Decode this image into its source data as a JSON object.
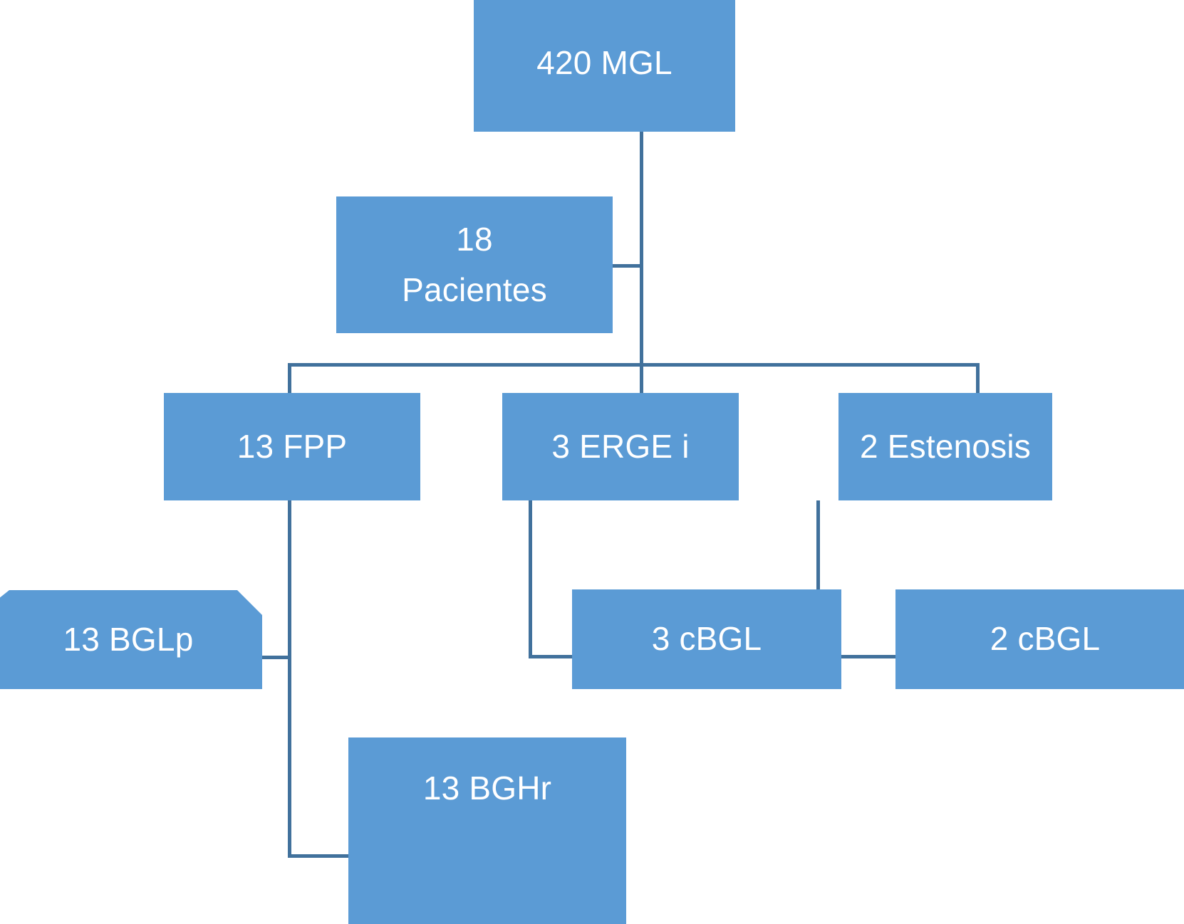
{
  "diagram": {
    "type": "flowchart",
    "title_text": null,
    "language": "es",
    "colors": {
      "node_fill": "#5B9BD5",
      "node_text": "#FFFFFF",
      "connector": "#41719C",
      "background": "#FFFFFF"
    },
    "nodes": [
      {
        "id": "mgl",
        "label": "420 MGL",
        "shape": "rectangle"
      },
      {
        "id": "pacientes",
        "label": "18",
        "label2": "Pacientes",
        "shape": "rectangle"
      },
      {
        "id": "fpp",
        "label": "13 FPP",
        "shape": "rectangle"
      },
      {
        "id": "erge",
        "label": "3 ERGE i",
        "shape": "rectangle"
      },
      {
        "id": "estenosis",
        "label": "2 Estenosis",
        "shape": "rectangle"
      },
      {
        "id": "bglp",
        "label": "13 BGLp",
        "shape": "chamfered-pentagon"
      },
      {
        "id": "cbgl3",
        "label": "3 cBGL",
        "shape": "rectangle"
      },
      {
        "id": "cbgl2",
        "label": "2 cBGL",
        "shape": "rectangle"
      },
      {
        "id": "bghr",
        "label": "13 BGHr",
        "shape": "rectangle"
      }
    ],
    "edges": [
      {
        "from": "mgl",
        "to": "pacientes"
      },
      {
        "from": "pacientes",
        "to": "fpp"
      },
      {
        "from": "pacientes",
        "to": "erge"
      },
      {
        "from": "pacientes",
        "to": "estenosis"
      },
      {
        "from": "fpp",
        "to": "bglp"
      },
      {
        "from": "fpp",
        "to": "bghr"
      },
      {
        "from": "erge",
        "to": "cbgl3"
      },
      {
        "from": "estenosis",
        "to": "cbgl2"
      }
    ]
  }
}
